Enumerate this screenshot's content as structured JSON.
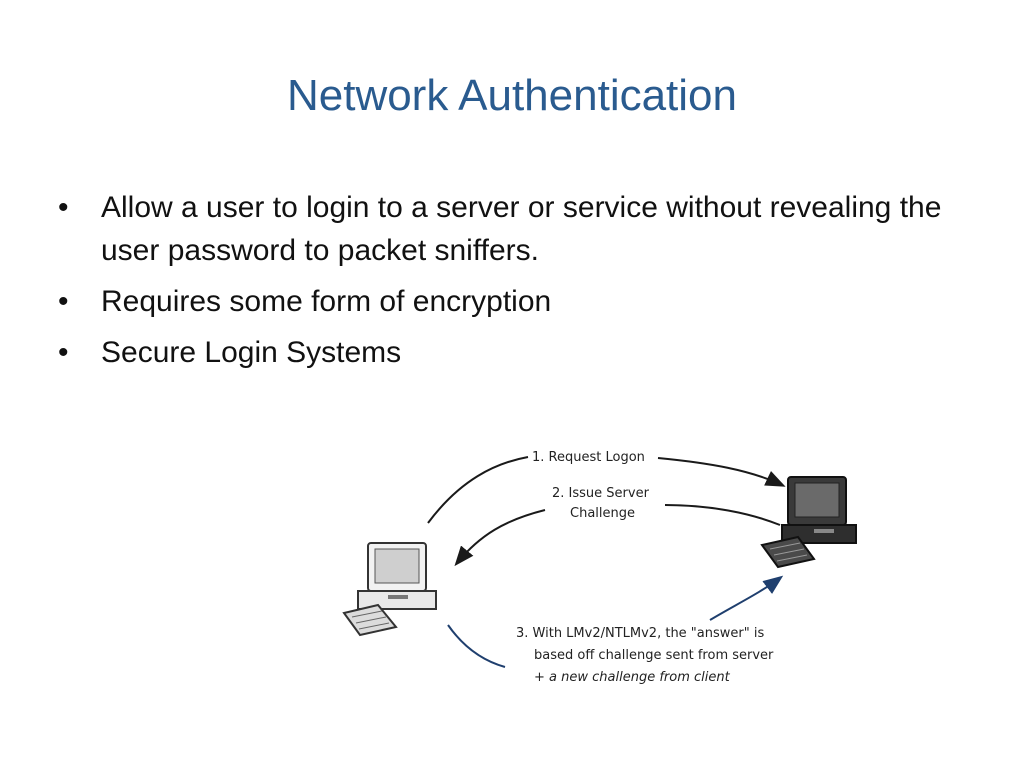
{
  "slide": {
    "title": "Network Authentication",
    "bullets": [
      "Allow a user to login to a server or service without revealing the user password to packet sniffers.",
      "Requires some form of encryption",
      "Secure Login Systems"
    ],
    "bullet_glyph": "•"
  },
  "diagram": {
    "step1": "1. Request Logon",
    "step2_line1": "2. Issue Server",
    "step2_line2": "Challenge",
    "step3_line1": "3. With LMv2/NTLMv2, the \"answer\" is",
    "step3_line2": "based  off challenge sent from server",
    "step3_line3": "+ a new challenge from client",
    "icons": [
      "client-computer-icon",
      "server-computer-icon"
    ],
    "colors": {
      "title": "#2a5b8f",
      "arrow_dark": "#1a1a1a",
      "arrow_blue": "#1f3f6e"
    }
  }
}
